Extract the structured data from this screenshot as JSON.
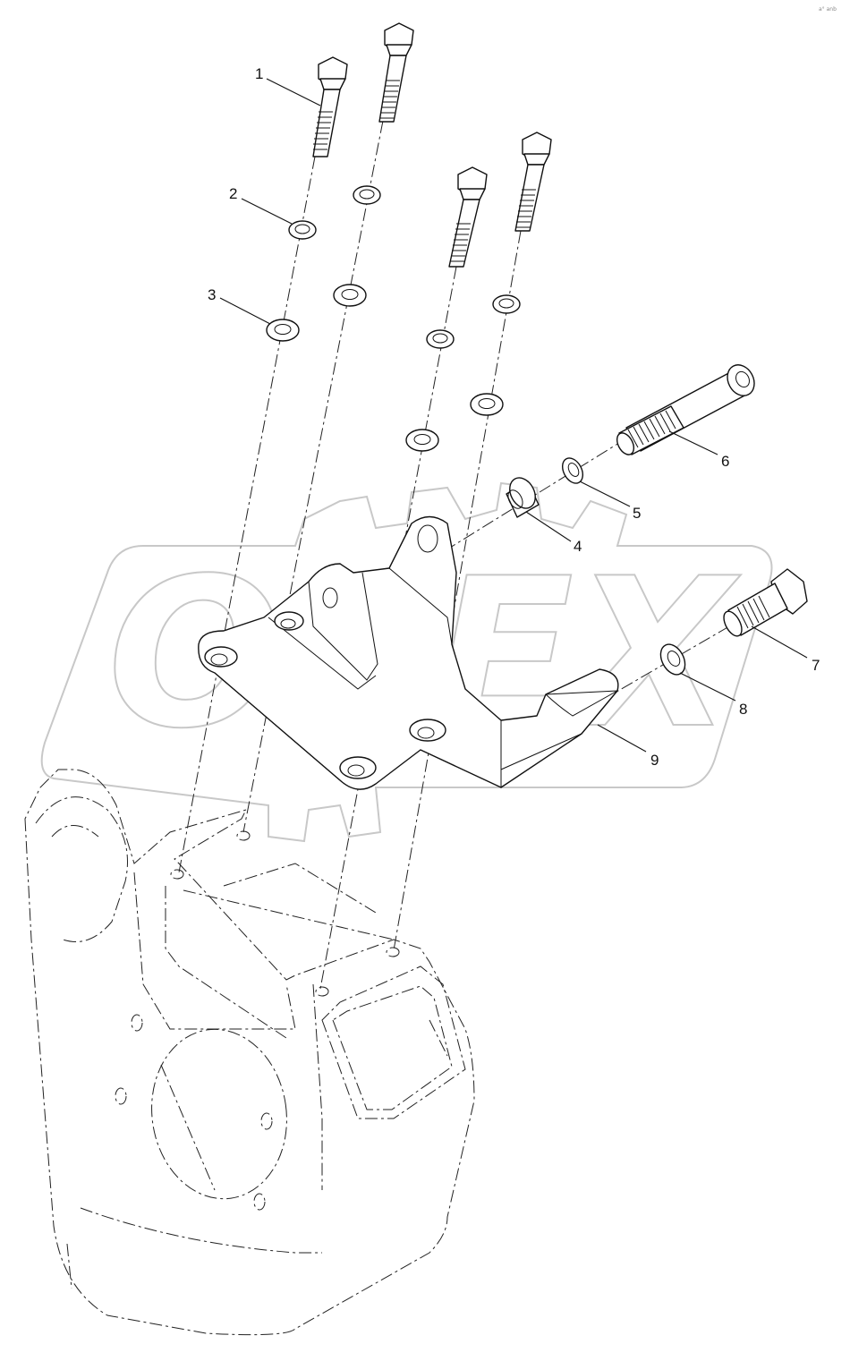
{
  "diagram": {
    "type": "exploded-parts-view",
    "callouts": [
      {
        "number": "1",
        "part": "bolt"
      },
      {
        "number": "2",
        "part": "lock-washer"
      },
      {
        "number": "3",
        "part": "flat-washer"
      },
      {
        "number": "4",
        "part": "bushing"
      },
      {
        "number": "5",
        "part": "lock-washer"
      },
      {
        "number": "6",
        "part": "socket-head-bolt"
      },
      {
        "number": "7",
        "part": "bolt"
      },
      {
        "number": "8",
        "part": "lock-washer"
      },
      {
        "number": "9",
        "part": "bracket"
      }
    ]
  },
  "watermark": {
    "text": "OPEX"
  },
  "corner_mark": {
    "text": "a° anb"
  },
  "colors": {
    "line": "#111111",
    "watermark": "#c8c8c8",
    "background": "#ffffff"
  }
}
